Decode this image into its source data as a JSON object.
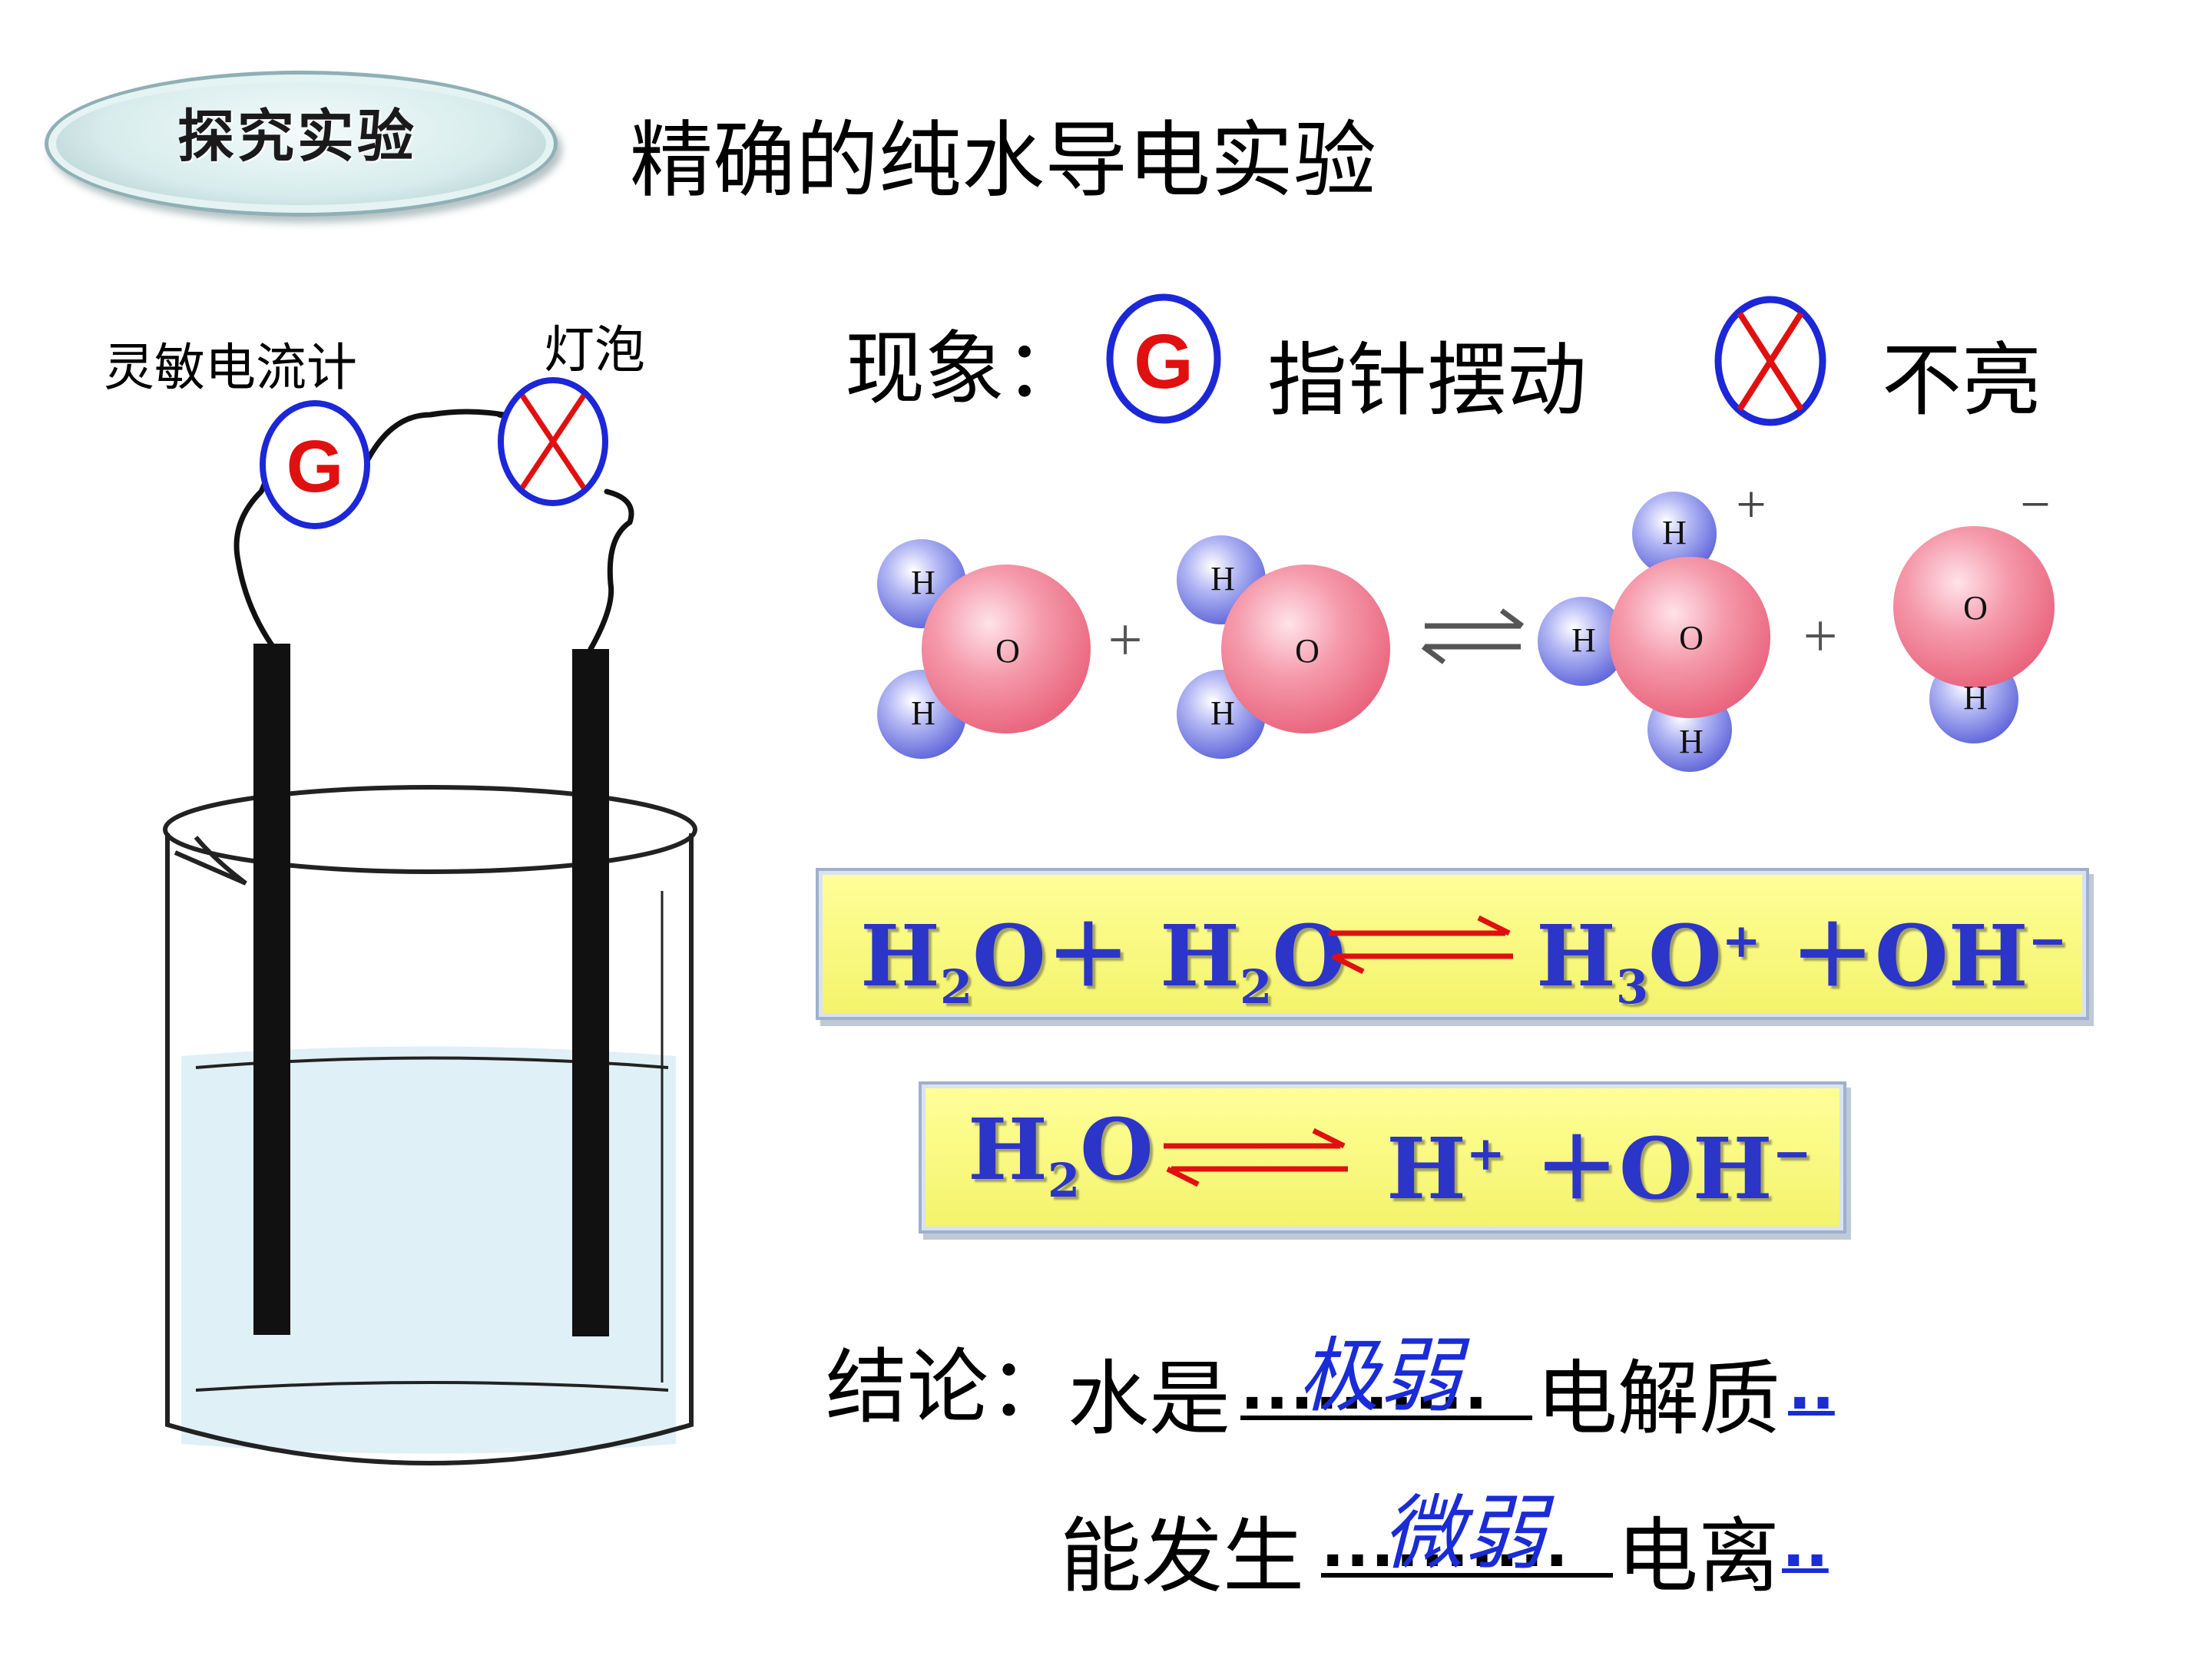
{
  "header": {
    "badge": "探究实验",
    "title": "精确的纯水导电实验"
  },
  "apparatus": {
    "galvanometer_label": "灵敏电流计",
    "bulb_label": "灯泡",
    "galvanometer_symbol": "G"
  },
  "phenomenon": {
    "label": "现象：",
    "meter_symbol": "G",
    "meter_text": "指针摆动",
    "bulb_text": "不亮"
  },
  "molecules": {
    "atom_h": "H",
    "atom_o": "O",
    "plus": "+",
    "cation_charge": "+",
    "anion_charge": "−"
  },
  "equations": {
    "eq1": {
      "h2o_a": "H",
      "sub_a": "2",
      "o_a": "O＋ ",
      "h2o_b": "H",
      "sub_b": "2",
      "o_b": "O",
      "h3o": "H",
      "sub_3": "3",
      "o_c": "O",
      "sup_plus": "+",
      "oh": " ＋OH",
      "sup_minus": "−"
    },
    "eq2": {
      "h2o": "H",
      "sub": "2",
      "o": "O",
      "h": "H",
      "sup_plus": "+",
      "oh": " ＋OH",
      "sup_minus": "−"
    }
  },
  "conclusion": {
    "label": "结论：",
    "line1_pre": "水是",
    "line1_answer": "极弱",
    "line1_post": "电解质",
    "line2_pre": "能发生",
    "line2_answer": "微弱",
    "line2_post": "电离",
    "dots": "..........",
    "end_dots": ".."
  },
  "colors": {
    "equation_text": "#2b35c8",
    "answer_text": "#1a2cd6",
    "meter_ring": "#1c27d8",
    "meter_letter": "#e01010",
    "bulb_cross": "#e01010",
    "oxygen": "#f07a8e",
    "hydrogen": "#7f86e8",
    "equation_box": "#f6f67a"
  }
}
